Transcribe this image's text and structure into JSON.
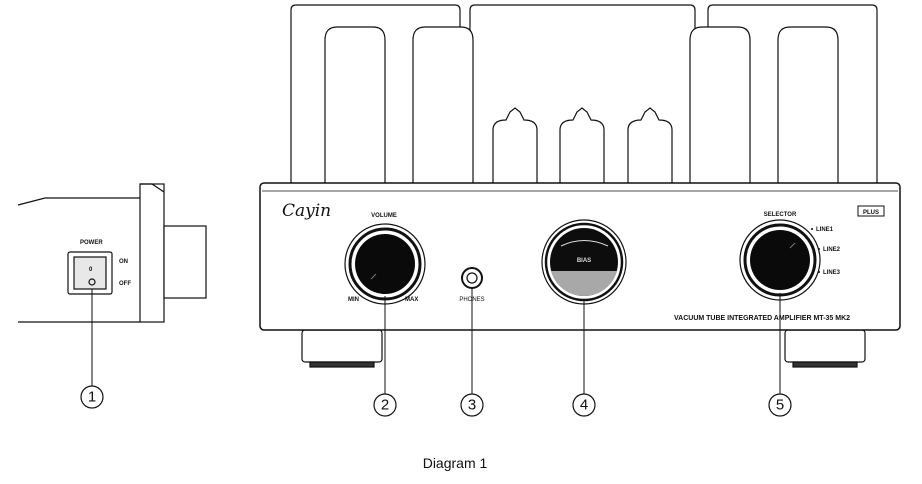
{
  "side_panel": {
    "power_label": "POWER",
    "on_label": "ON",
    "off_label": "OFF",
    "switch_mark": "0"
  },
  "front_panel": {
    "brand": "Cayin",
    "volume_label": "VOLUME",
    "min_label": "MIN",
    "max_label": "MAX",
    "phones_label": "PHONES",
    "meter_label": "BIAS",
    "selector_label": "SELECTOR",
    "inputs": [
      "LINE1",
      "LINE2",
      "LINE3"
    ],
    "badge": "PLUS",
    "model_text": "VACUUM TUBE INTEGRATED AMPLIFIER MT-35 MK2"
  },
  "callouts": [
    "1",
    "2",
    "3",
    "4",
    "5"
  ],
  "caption": "Diagram 1"
}
